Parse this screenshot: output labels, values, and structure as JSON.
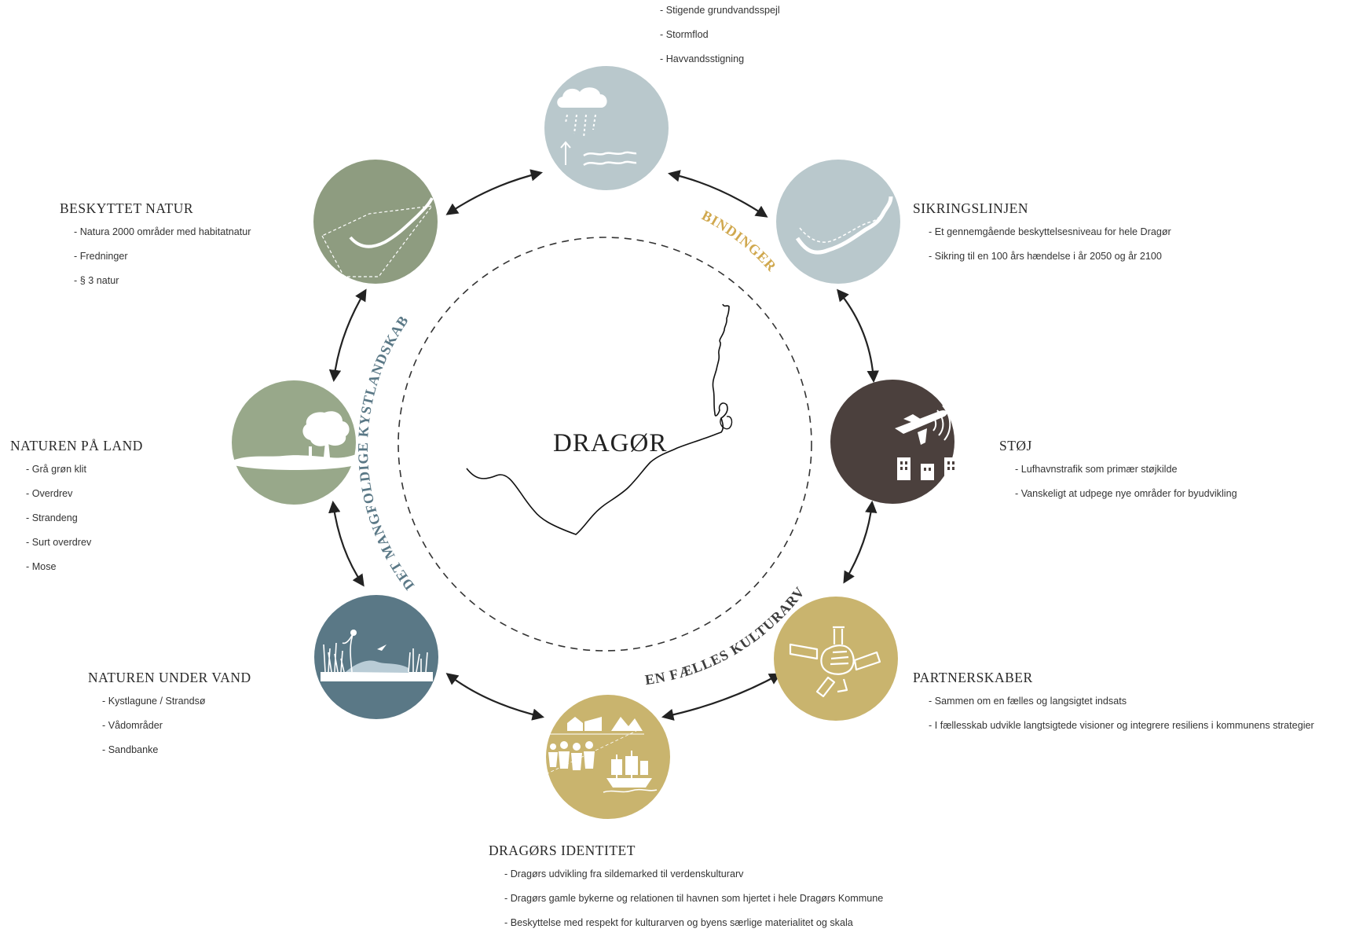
{
  "center": {
    "title": "DRAGØR"
  },
  "arcs": {
    "bindinger": "BINDINGER",
    "kystlandskab": "DET MANGFOLDIGE KYSTLANDSKAB",
    "kulturarv": "EN FÆLLES KULTURARV"
  },
  "colors": {
    "pale_blue": "#b9c8cc",
    "sage_green": "#8e9c80",
    "light_green": "#98a88a",
    "slate_blue": "#5a7886",
    "dark_brown": "#4b403d",
    "gold": "#c9b46e",
    "bindinger_text": "#d0a84e",
    "arc_text": "#5a7886"
  },
  "nodes": {
    "klima": {
      "icon": "cloud-rain-water-icon",
      "items": [
        "- Stigende grundvandsspejl",
        "- Stormflod",
        "- Havvandsstigning"
      ]
    },
    "sikring": {
      "icon": "coastline-protection-icon",
      "title": "SIKRINGSLINJEN",
      "items": [
        "- Et gennemgående beskyttelsesniveau for hele Dragør",
        "- Sikring til en 100 års hændelse i år 2050 og år 2100"
      ]
    },
    "stoj": {
      "icon": "airplane-noise-icon",
      "title": "STØJ",
      "items": [
        "- Lufhavnstrafik som primær støjkilde",
        "- Vanskeligt at udpege nye områder for byudvikling"
      ]
    },
    "partner": {
      "icon": "joined-hands-icon",
      "title": "PARTNERSKABER",
      "items": [
        "- Sammen om en fælles og langsigtet indsats",
        "- I fællesskab udvikle langtsigtede visioner og integrere resiliens i kommunens strategier"
      ]
    },
    "identitet": {
      "icon": "town-ships-people-icon",
      "title": "DRAGØRS IDENTITET",
      "items": [
        "- Dragørs udvikling fra sildemarked til verdenskulturarv",
        "- Dragørs gamle bykerne og relationen til havnen som hjertet i hele Dragørs Kommune",
        "- Beskyttelse med respekt for kulturarven og byens særlige materialitet og skala"
      ]
    },
    "vand": {
      "icon": "reeds-water-icon",
      "title": "NATUREN UNDER VAND",
      "items": [
        "-  Kystlagune / Strandsø",
        "- Vådområder",
        "- Sandbanke"
      ]
    },
    "land": {
      "icon": "tree-landscape-icon",
      "title": "NATUREN PÅ LAND",
      "items": [
        "- Grå grøn klit",
        "- Overdrev",
        "- Strandeng",
        "- Surt overdrev",
        "- Mose"
      ]
    },
    "beskyttet": {
      "icon": "protected-coast-icon",
      "title": "BESKYTTET NATUR",
      "items": [
        "- Natura 2000 områder med habitatnatur",
        "- Fredninger",
        "- § 3 natur"
      ]
    }
  }
}
